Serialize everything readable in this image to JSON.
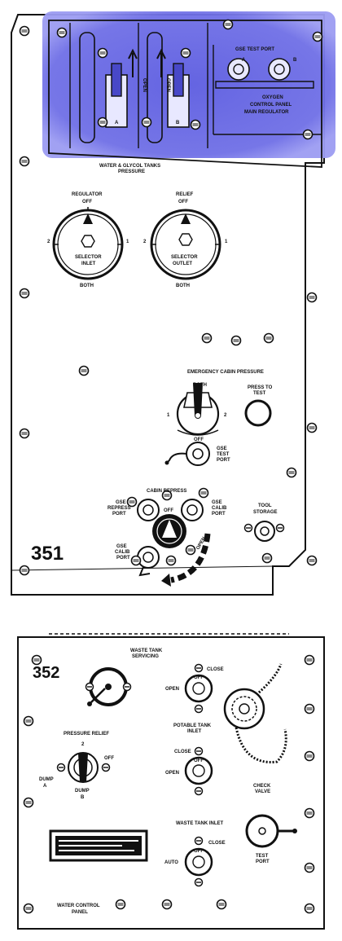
{
  "panel351": {
    "number": "351",
    "top": {
      "open_left": "OPEN",
      "open_right": "OPEN",
      "handle_a": "A",
      "handle_b": "B",
      "gse_test_port": "GSE TEST PORT",
      "port_a": "A",
      "port_b": "B",
      "oxygen_line1": "OXYGEN",
      "oxygen_line2": "CONTROL PANEL",
      "oxygen_line3": "MAIN REGULATOR",
      "highlight_color": "#6f6fe0"
    },
    "water_glycol_line1": "WATER & GLYCOL TANKS",
    "water_glycol_line2": "PRESSURE",
    "regulator": {
      "title": "REGULATOR",
      "top": "OFF",
      "left": "2",
      "right": "1",
      "bottom": "BOTH",
      "inner_line1": "SELECTOR",
      "inner_line2": "INLET"
    },
    "relief": {
      "title": "RELIEF",
      "top": "OFF",
      "left": "2",
      "right": "1",
      "bottom": "BOTH",
      "inner_line1": "SELECTOR",
      "inner_line2": "OUTLET"
    },
    "emergency": {
      "title": "EMERGENCY CABIN PRESSURE",
      "both": "BOTH",
      "left": "1",
      "right": "2",
      "off": "OFF",
      "press_to_test_line1": "PRESS TO",
      "press_to_test_line2": "TEST",
      "gse_test_port_line1": "GSE",
      "gse_test_port_line2": "TEST",
      "gse_test_port_line3": "PORT"
    },
    "cabin_repress": {
      "title": "CABIN REPRESS",
      "off": "OFF",
      "open": "OPEN",
      "gse_repress_line1": "GSE",
      "gse_repress_line2": "REPRESS",
      "gse_repress_line3": "PORT",
      "gse_calib_right_line1": "GSE",
      "gse_calib_right_line2": "CALIB",
      "gse_calib_right_line3": "PORT",
      "gse_calib_left_line1": "GSE",
      "gse_calib_left_line2": "CALIB",
      "gse_calib_left_line3": "PORT"
    },
    "tool_storage_line1": "TOOL",
    "tool_storage_line2": "STORAGE"
  },
  "panel352": {
    "number": "352",
    "waste_tank_servicing_line1": "WASTE TANK",
    "waste_tank_servicing_line2": "SERVICING",
    "pressure_relief": {
      "title": "PRESSURE RELIEF",
      "top": "2",
      "off": "OFF",
      "dump_a_line1": "DUMP",
      "dump_a_line2": "A",
      "dump_b_line1": "DUMP",
      "dump_b_line2": "B"
    },
    "upper_valve": {
      "close": "CLOSE",
      "open": "OPEN",
      "off": "OFF"
    },
    "potable_tank_inlet_line1": "POTABLE TANK",
    "potable_tank_inlet_line2": "INLET",
    "middle_valve": {
      "close": "CLOSE",
      "open": "OPEN",
      "off": "OFF"
    },
    "check_valve_line1": "CHECK",
    "check_valve_line2": "VALVE",
    "test_port_line1": "TEST",
    "test_port_line2": "PORT",
    "waste_tank_inlet": "WASTE TANK INLET",
    "lower_valve": {
      "close": "CLOSE",
      "auto": "AUTO",
      "off": "OFF"
    },
    "water_control_panel_line1": "WATER CONTROL",
    "water_control_panel_line2": "PANEL"
  }
}
